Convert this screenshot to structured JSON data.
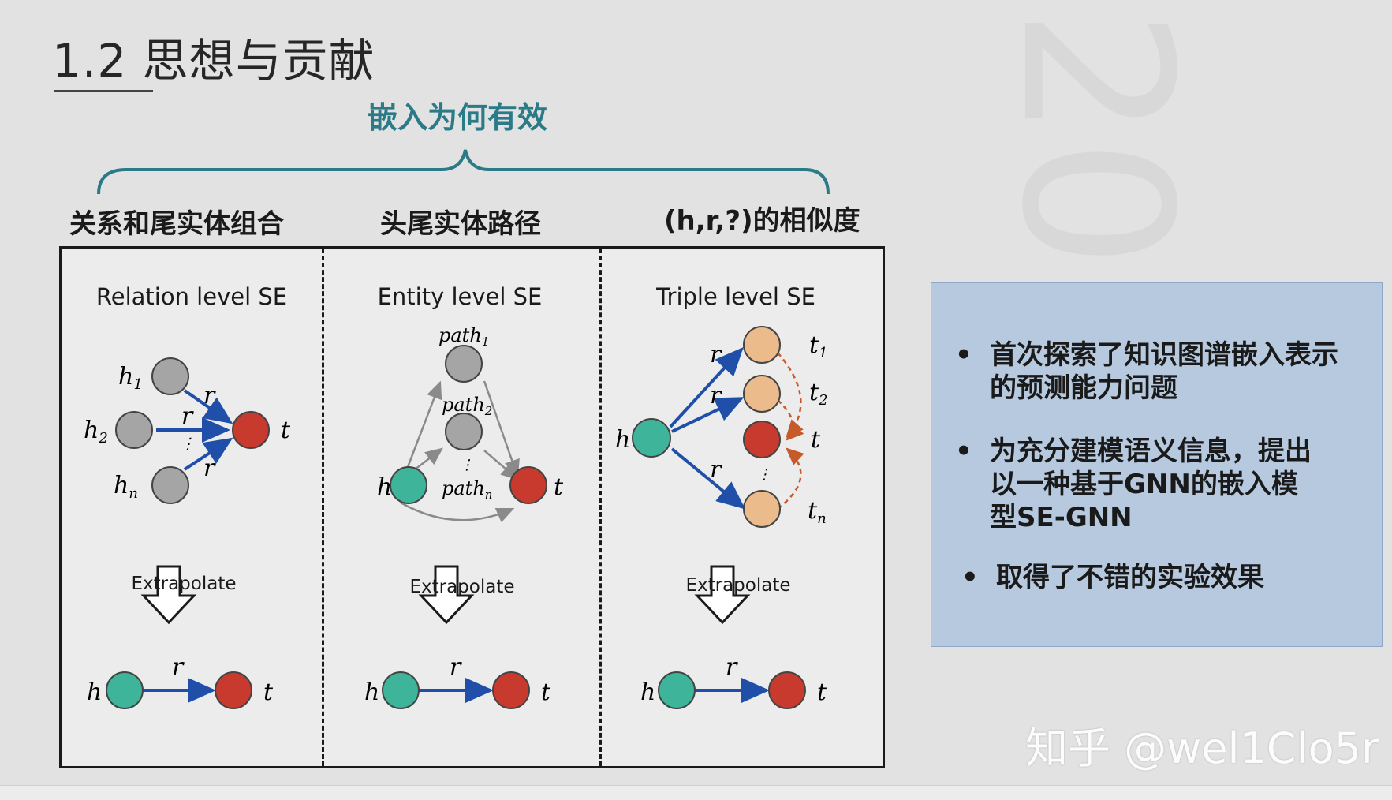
{
  "title": "1.2 思想与贡献",
  "subtitle": "嵌入为何有效",
  "columns": {
    "relation_label": "关系和尾实体组合",
    "entity_label": "头尾实体路径",
    "triple_label": "(h,r,?)的相似度"
  },
  "diagram": {
    "panels": [
      {
        "title": "Relation level SE",
        "extrapolate": "Extrapolate"
      },
      {
        "title": "Entity level SE",
        "extrapolate": "Extrapolate"
      },
      {
        "title": "Triple level SE",
        "extrapolate": "Extrapolate"
      }
    ]
  },
  "bullets": [
    "首次探索了知识图谱嵌入表示的预测能力问题",
    "为充分建模语义信息，提出以一种基于GNN的嵌入模型SE-GNN",
    "取得了不错的实验效果"
  ],
  "bullet_lines": [
    [
      "首次探索了知识图谱嵌入表示",
      "的预测能力问题"
    ],
    [
      "为充分建模语义信息，提出",
      "以一种基于GNN的嵌入模",
      "型SE-GNN"
    ],
    [
      "取得了不错的实验效果"
    ]
  ],
  "bullet_marker": "•",
  "watermark": "知乎 @wel1Clo5r",
  "colors": {
    "accent": "#2b7a88",
    "arrow": "#1f4fa8",
    "node_gray": "#a5a5a5",
    "node_red": "#c93a2e",
    "node_teal": "#3eb59a",
    "node_tan": "#ebbb8c",
    "panel_bg": "#b7c9df"
  }
}
